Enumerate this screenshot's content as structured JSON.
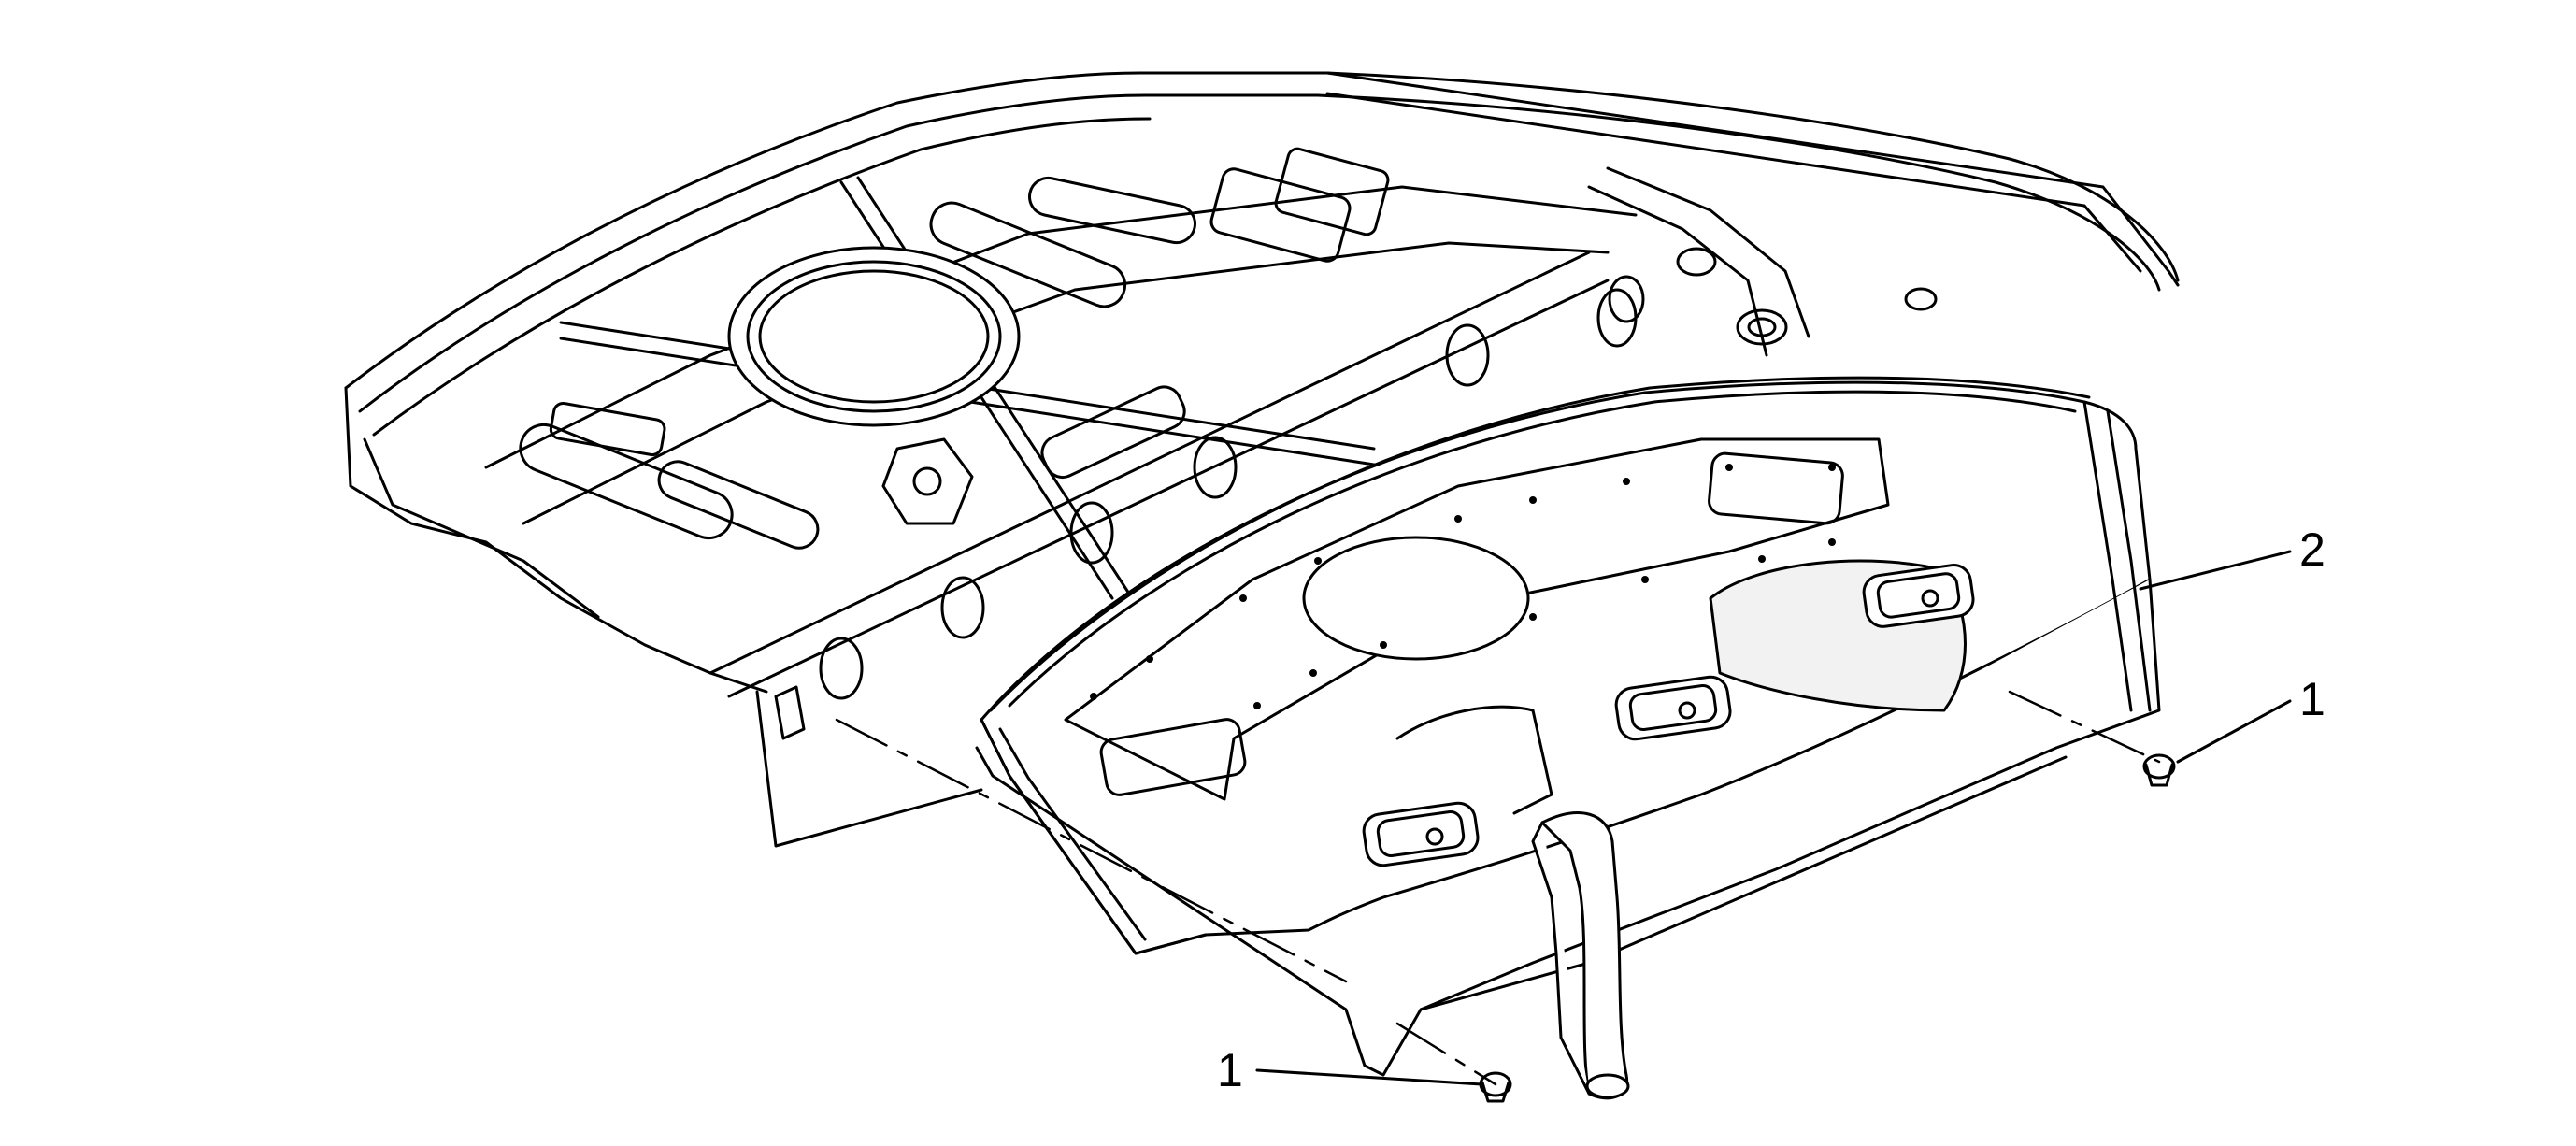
{
  "diagram": {
    "callouts": [
      {
        "id": "callout-fastener-right",
        "label": "1"
      },
      {
        "id": "callout-panel",
        "label": "2"
      },
      {
        "id": "callout-fastener-left",
        "label": "1"
      }
    ]
  },
  "colors": {
    "line": "#000000",
    "fill": "#ffffff",
    "shade": "#f2f2f2"
  }
}
